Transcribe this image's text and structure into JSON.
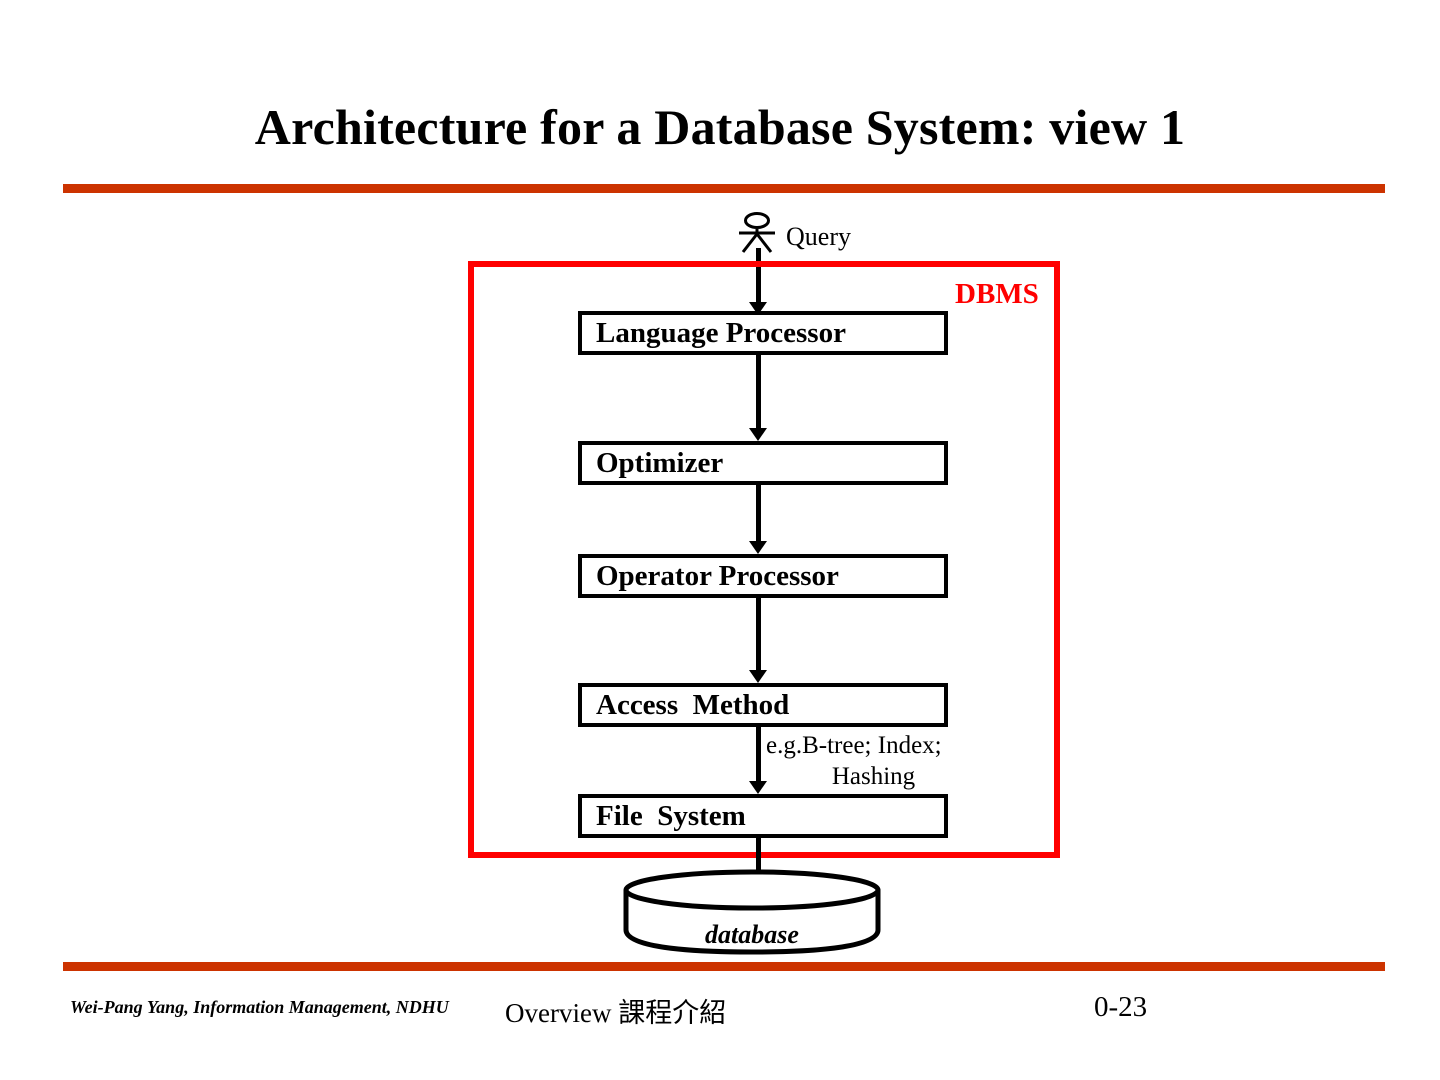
{
  "slide": {
    "title": "Architecture for a Database System: view 1",
    "accent_rule_color": "#CC3300",
    "frame_color": "#FF0000"
  },
  "diagram": {
    "actor": {
      "icon": "stick-figure-person-icon",
      "label": "Query"
    },
    "frame": {
      "label": "DBMS",
      "label_color": "#FF0000"
    },
    "boxes": [
      {
        "id": "language-processor",
        "label": "Language Processor"
      },
      {
        "id": "optimizer",
        "label": "Optimizer"
      },
      {
        "id": "operator-processor",
        "label": "Operator Processor"
      },
      {
        "id": "access-method",
        "label": "Access  Method"
      },
      {
        "id": "file-system",
        "label": "File  System"
      }
    ],
    "annotations": {
      "access_method_note_line1": "e.g.B-tree; Index;",
      "access_method_note_line2": "Hashing"
    },
    "store": {
      "icon": "database-cylinder-icon",
      "label": "database"
    }
  },
  "footer": {
    "author": "Wei-Pang Yang, Information Management, NDHU",
    "center": "Overview  課程介紹",
    "page": "0-23"
  }
}
